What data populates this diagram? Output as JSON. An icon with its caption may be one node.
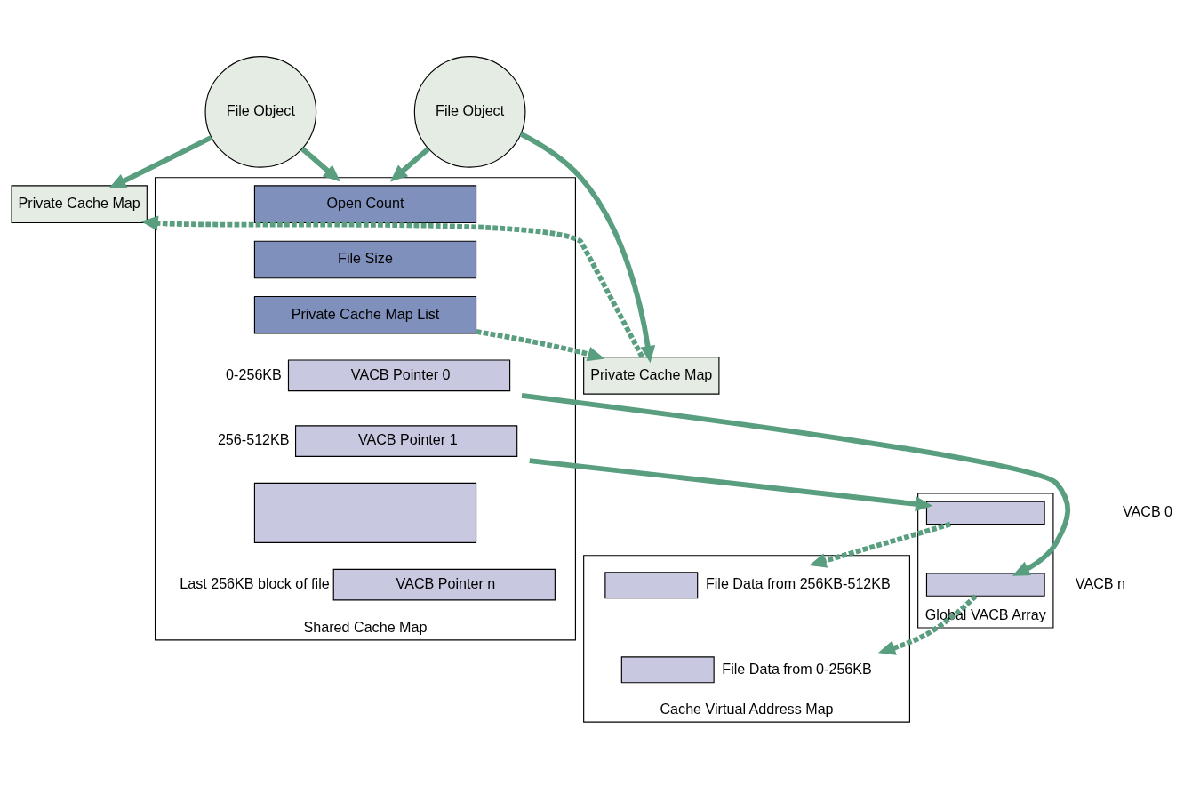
{
  "diagram": {
    "nodes": [
      {
        "text": [
          "File Object"
        ]
      },
      {
        "text": [
          "Private Cache Map"
        ]
      },
      {
        "text": [
          "File Object"
        ]
      },
      {
        "text": [
          "Private Cache Map"
        ]
      },
      {
        "text": [
          "Shared Cache Map"
        ]
      },
      {
        "text": [
          "Open Count"
        ],
        "in": 4
      },
      {
        "text": [
          "File Size"
        ],
        "in": 4
      },
      {
        "text": [
          "Private Cache Map List"
        ],
        "in": 4
      },
      {
        "text": [
          "VACB Pointer 0"
        ],
        "in": 4,
        "beside": [
          "0-256KB"
        ]
      },
      {
        "text": [
          "VACB Pointer 1"
        ],
        "in": 4,
        "beside": [
          "256-512KB"
        ]
      },
      {
        "text": [],
        "shape": "box",
        "in": 4
      },
      {
        "text": [
          "VACB Pointer n"
        ],
        "in": 4,
        "beside": [
          "Last 256KB block of file"
        ]
      },
      {
        "text": [
          "Global VACB Array"
        ]
      },
      {
        "text": [],
        "shape": "box",
        "in": 12
      },
      {
        "text": [],
        "shape": "box",
        "in": 12
      },
      {
        "text": [
          "Cache Virtual Address Map"
        ]
      },
      {
        "text": [],
        "shape": "box",
        "in": 15,
        "beside": [
          "File Data from 256KB-512KB"
        ]
      },
      {
        "text": [],
        "shape": "box",
        "in": 15,
        "beside": [
          "File Data from 0-256KB"
        ]
      }
    ],
    "edges": [
      {
        "from": 0,
        "to": 1,
        "arrow": "to"
      },
      {
        "from": 0,
        "to": 4,
        "arrow": "to"
      },
      {
        "from": 2,
        "to": 3,
        "arrow": "to"
      },
      {
        "from": 2,
        "to": 4,
        "arrow": "to"
      },
      {
        "from": 3,
        "to": 1,
        "arrow": "to",
        "style": "dashed"
      },
      {
        "from": 7,
        "to": 3,
        "arrow": "to",
        "style": "dashed"
      },
      {
        "from": 8,
        "to": 14,
        "arrow": "to"
      },
      {
        "from": 9,
        "to": 13,
        "arrow": "to"
      },
      {
        "from": 13,
        "to": 16,
        "arrow": "to",
        "style": "dashed"
      },
      {
        "from": 14,
        "to": 17,
        "arrow": "to",
        "style": "dashed"
      }
    ],
    "labels": [
      "VACB 0",
      "VACB n"
    ]
  }
}
